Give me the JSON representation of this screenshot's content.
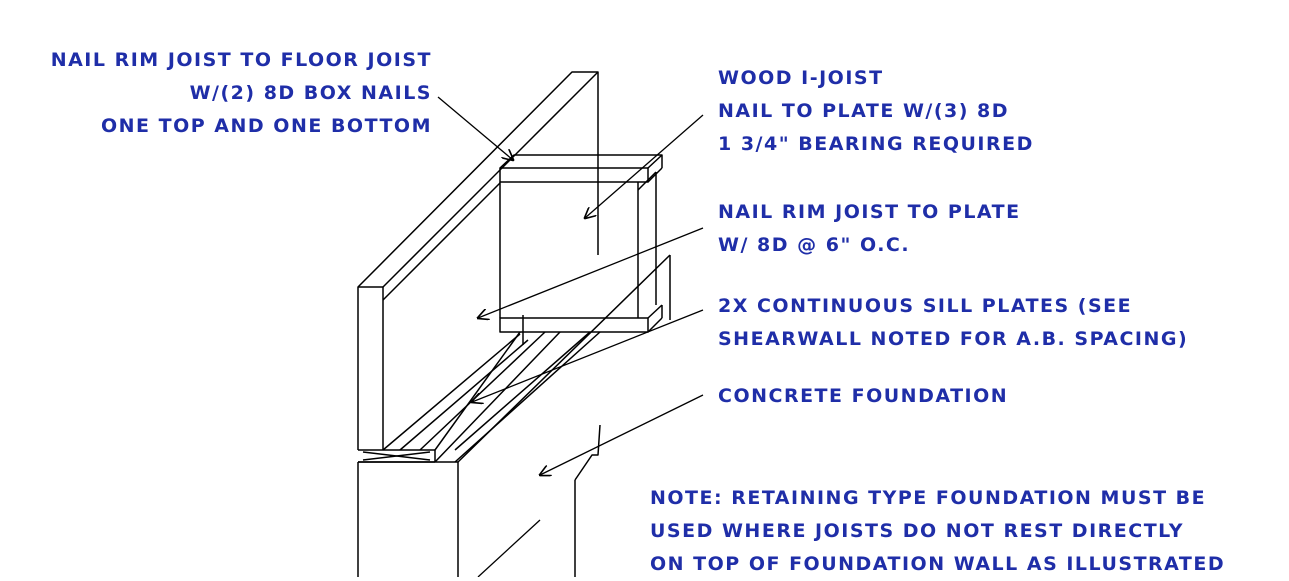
{
  "colors": {
    "ink": "#000000",
    "label": "#1f2ea8",
    "background": "#ffffff"
  },
  "labels": {
    "rim_to_floor": [
      "NAIL RIM JOIST TO FLOOR JOIST",
      "W/(2) 8d BOX NAILS",
      "ONE TOP AND ONE BOTTOM"
    ],
    "i_joist": [
      "WOOD I-JOIST",
      "NAIL TO PLATE W/(3) 8d",
      "1  3/4\" BEARING REQUIRED"
    ],
    "rim_to_plate": [
      "NAIL RIM JOIST TO PLATE",
      "W/ 8d @ 6\" O.C."
    ],
    "sill_plates": [
      "2X CONTINUOUS SILL PLATES (SEE",
      "SHEARWALL NOTED FOR A.B. SPACING)"
    ],
    "foundation": [
      "CONCRETE FOUNDATION"
    ],
    "note": [
      "NOTE: RETAINING TYPE FOUNDATION MUST BE",
      "USED WHERE JOISTS DO NOT REST DIRECTLY",
      "ON TOP OF FOUNDATION WALL AS ILLUSTRATED"
    ]
  }
}
